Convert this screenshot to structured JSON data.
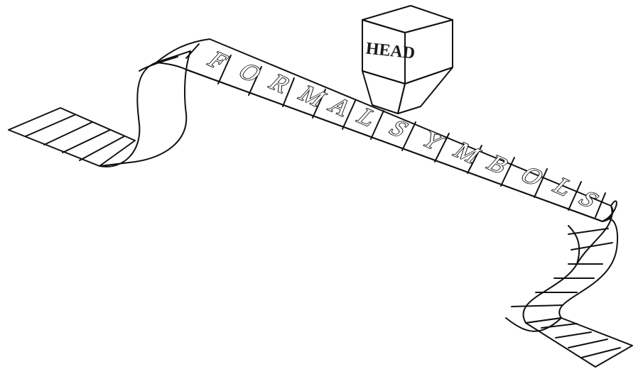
{
  "head": {
    "label": "HEAD"
  },
  "tape": {
    "word_formal": [
      "F",
      "O",
      "R",
      "M",
      "A",
      "L"
    ],
    "word_symbols": [
      "S",
      "Y",
      "M",
      "B",
      "O",
      "L",
      "S"
    ]
  },
  "colors": {
    "ink": "#111111",
    "tape_shade": "#d9d9d9",
    "head_top": "#f4f4f4",
    "head_side": "#8a8a8a",
    "head_front": "#d8d8d8"
  }
}
